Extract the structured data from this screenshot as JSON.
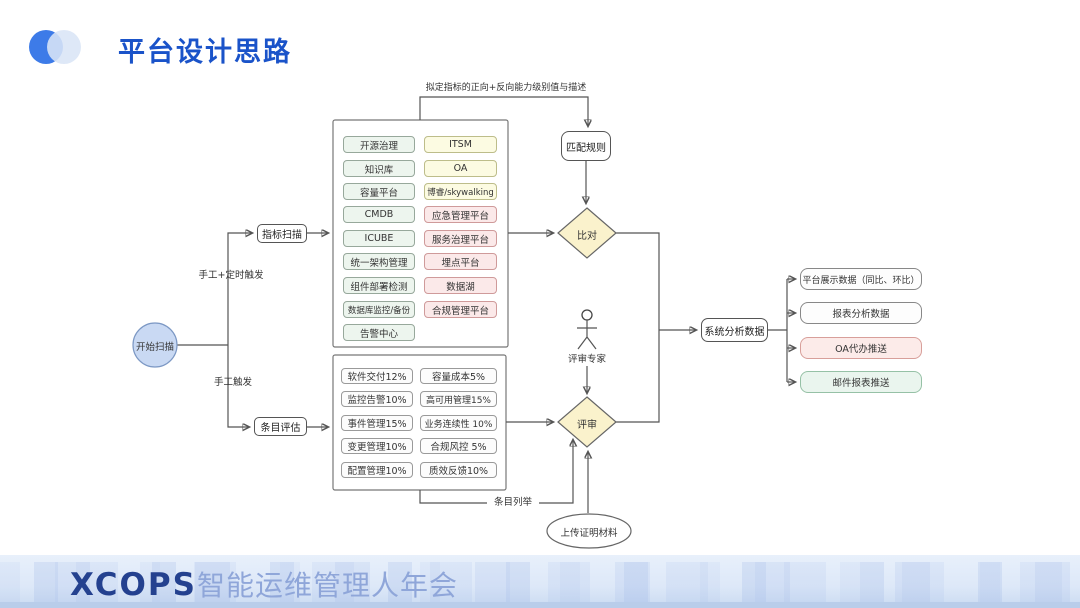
{
  "header": {
    "title": "平台设计思路"
  },
  "diagram": {
    "top_note": "拟定指标的正向+反向能力级别值与描述",
    "start_node": "开始扫描",
    "branch_labels": {
      "top": "手工+定时触发",
      "bottom": "手工触发"
    },
    "scan_node": "指标扫描",
    "evaluate_node": "条目评估",
    "match_rule_node": "匹配规则",
    "compare_node": "比对",
    "review_node": "评审",
    "reviewer_actor": "评审专家",
    "item_list_label": "条目列举",
    "upload_node": "上传证明材料",
    "analysis_node": "系统分析数据",
    "systems_panel": {
      "left_column": [
        "开源治理",
        "知识库",
        "容量平台",
        "CMDB",
        "ICUBE",
        "统一架构管理",
        "组件部署检测",
        "数据库监控/备份",
        "告警中心"
      ],
      "right_column": [
        "ITSM",
        "OA",
        "博睿/skywalking",
        "应急管理平台",
        "服务治理平台",
        "埋点平台",
        "数据湖",
        "合规管理平台"
      ]
    },
    "weights_panel": {
      "left_column": [
        "软件交付12%",
        "监控告警10%",
        "事件管理15%",
        "变更管理10%",
        "配置管理10%"
      ],
      "right_column": [
        "容量成本5%",
        "高可用管理15%",
        "业务连续性 10%",
        "合规风控 5%",
        "质效反馈10%"
      ]
    },
    "outputs": [
      "平台展示数据（同比、环比）",
      "报表分析数据",
      "OA代办推送",
      "邮件报表推送"
    ]
  },
  "footer": {
    "brand": "XCOPS",
    "event": "智能运维管理人年会"
  },
  "colors": {
    "accent_blue": "#1a53c9",
    "logo_blue": "#3d7be8",
    "logo_light": "#d9e5f6",
    "green_fill": "#edf5ee",
    "green_border": "#97a89b",
    "yellow_fill": "#fcfbe2",
    "yellow_border": "#bdbd8a",
    "pink_fill": "#fbe9e9",
    "pink_border": "#cf9a9a",
    "diamond_fill": "#faf2cc",
    "start_fill": "#c9d9f3",
    "out_pink_fill": "#fcebe9",
    "out_pink_border": "#d89f9a",
    "out_green_fill": "#eaf5ee",
    "out_green_border": "#96c1a6",
    "footer_bg": "#dde8f8",
    "footer_brand": "#24418f",
    "footer_text": "#8fa6d9",
    "wire": "#555555"
  }
}
